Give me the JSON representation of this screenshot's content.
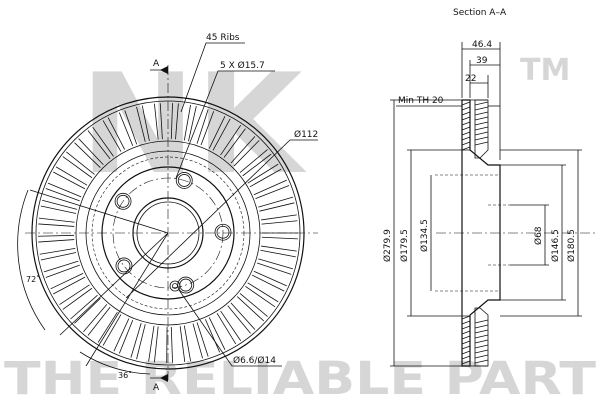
{
  "watermark": {
    "brand": "NK",
    "trademark": "TM",
    "tagline": "THE RELIABLE PART"
  },
  "section": {
    "title": "Section A–A",
    "min_th_label": "Min TH 20"
  },
  "front_view": {
    "section_marker_top": "A",
    "section_marker_bottom": "A",
    "ribs_label": "45 Ribs",
    "holes_label": "5 X Ø15.7",
    "hub_label": "Ø112",
    "small_hole_label": "Ø6.6/Ø14",
    "angle_72": "72˚",
    "angle_36": "36˚",
    "rib_count": 45,
    "bolt_holes": 5
  },
  "dimensions": {
    "width_total": "46.4",
    "width_39": "39",
    "width_22": "22",
    "d_279_9": "Ø279.9",
    "d_179_5": "Ø179.5",
    "d_134_5": "Ø134.5",
    "d_68": "Ø68",
    "d_146_5": "Ø146.5",
    "d_180_5": "Ø180.5"
  }
}
